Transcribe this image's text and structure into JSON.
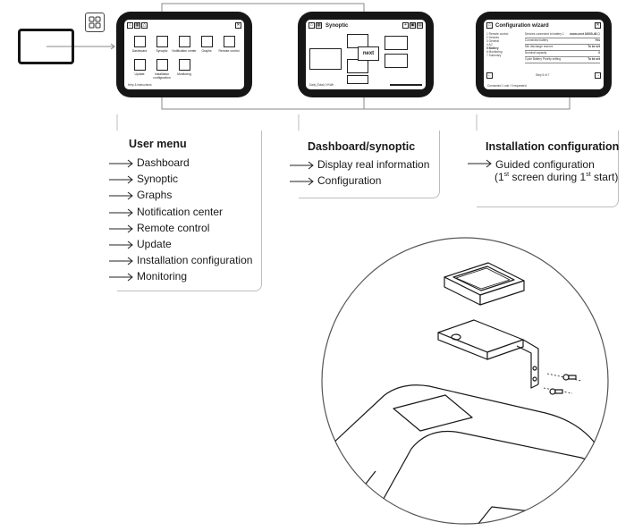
{
  "screens": {
    "home": {
      "footer": "Help & instructions",
      "icons": [
        "Dashboard",
        "Synoptic",
        "Notification center",
        "Graphs",
        "Remote control",
        "Update",
        "Installation configuration",
        "Monitoring"
      ]
    },
    "synoptic": {
      "title": "Synoptic",
      "center_label": "next",
      "footer": "Daily (Total) 0 KWh"
    },
    "wizard": {
      "title": "Configuration wizard",
      "steps": [
        "1 Remote control",
        "2 Devices",
        "3 General",
        "4 AC",
        "5 Battery",
        "6 Monitoring",
        "7 Summary"
      ],
      "rows": [
        {
          "label": "Devices connected to battery 1",
          "value": "xcom-next 16000-48 ☐"
        },
        {
          "label": "Connected battery",
          "value": "Yes"
        },
        {
          "label": "Min discharge reserve",
          "value": "To be set"
        },
        {
          "label": "Nominal capacity",
          "value": "0"
        },
        {
          "label": "Cycle Battery Priority setting",
          "value": "To be set"
        }
      ],
      "footer": "Step 5 of 7",
      "status": "Connected 1 unit / 0 requested"
    }
  },
  "sections": {
    "user_menu": {
      "title": "User menu",
      "items": [
        "Dashboard",
        "Synoptic",
        "Graphs",
        "Notification center",
        "Remote control",
        "Update",
        "Installation configuration",
        "Monitoring"
      ]
    },
    "dashboard": {
      "title": "Dashboard/synoptic",
      "items": [
        "Display real information",
        "Configuration"
      ]
    },
    "installation": {
      "title": "Installation configuration",
      "item_line1": "Guided configuration",
      "item_line2_pre": "(1",
      "item_line2_sup1": "st",
      "item_line2_mid": " screen during 1",
      "item_line2_sup2": "st",
      "item_line2_post": " start)"
    }
  },
  "colors": {
    "device": "#161616",
    "line": "#888888",
    "callout_border": "#bdbdbd"
  },
  "icons": {
    "grid_button": "grid-app-icon"
  }
}
